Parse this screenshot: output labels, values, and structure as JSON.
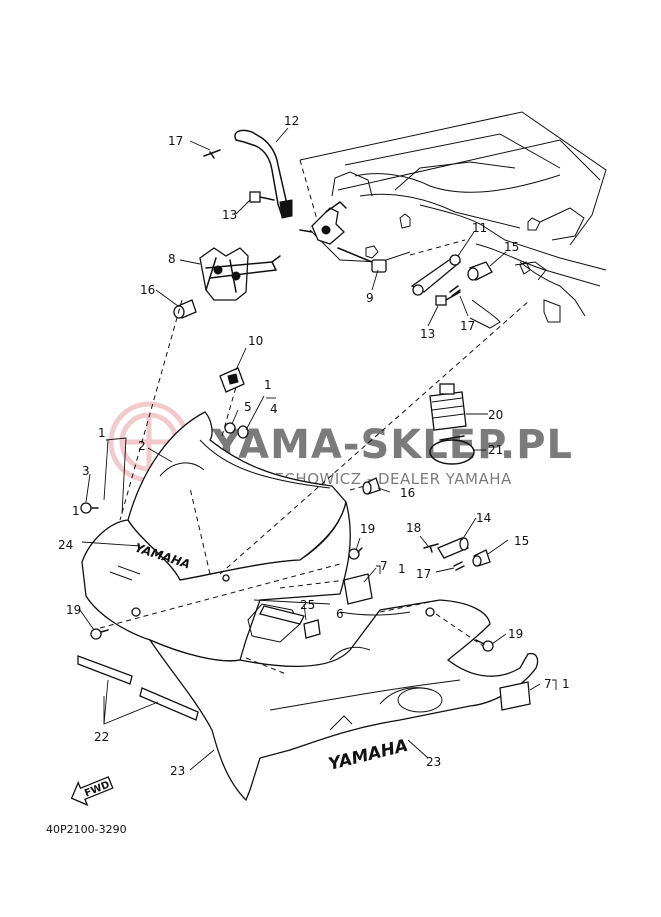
{
  "diagram_code": "40P2100-3290",
  "watermark": {
    "title": "YAMA-SKLEP.PL",
    "subtitle": "WOJCIECHOWICZ - DEALER YAMAHA",
    "color": "#e8a0a4"
  },
  "decal_text": "YAMAHA",
  "fwd_label": "FWD",
  "callouts": {
    "c1a": "1",
    "c1b": "1",
    "c1c": "1",
    "c1d": "1",
    "c1e": "1",
    "c2": "2",
    "c3": "3",
    "c4": "4",
    "c5": "5",
    "c6": "6",
    "c7a": "7",
    "c7b": "7",
    "c8": "8",
    "c9": "9",
    "c10": "10",
    "c11": "11",
    "c12": "12",
    "c13a": "13",
    "c13b": "13",
    "c14": "14",
    "c15a": "15",
    "c15b": "15",
    "c16a": "16",
    "c16b": "16",
    "c17a": "17",
    "c17b": "17",
    "c17c": "17",
    "c18": "18",
    "c19a": "19",
    "c19b": "19",
    "c19c": "19",
    "c20": "20",
    "c21": "21",
    "c22": "22",
    "c23a": "23",
    "c23b": "23",
    "c24": "24",
    "c25": "25"
  }
}
